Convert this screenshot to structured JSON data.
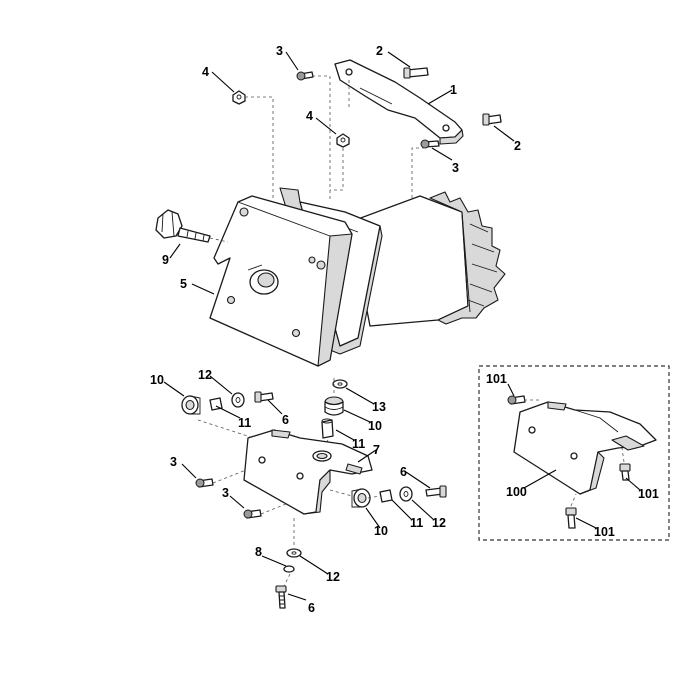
{
  "callouts": {
    "c1": "1",
    "c2a": "2",
    "c2b": "2",
    "c3a": "3",
    "c3b": "3",
    "c3c": "3",
    "c3d": "3",
    "c4a": "4",
    "c4b": "4",
    "c5": "5",
    "c6a": "6",
    "c6b": "6",
    "c6c": "6",
    "c7": "7",
    "c8": "8",
    "c9": "9",
    "c10a": "10",
    "c10b": "10",
    "c10c": "10",
    "c11a": "11",
    "c11b": "11",
    "c11c": "11",
    "c12a": "12",
    "c12b": "12",
    "c12c": "12",
    "c13": "13",
    "c100": "100",
    "c101a": "101",
    "c101b": "101",
    "c101c": "101"
  },
  "colors": {
    "line": "#1a1a1a",
    "background": "#ffffff",
    "shade": "#d9d9d9"
  }
}
